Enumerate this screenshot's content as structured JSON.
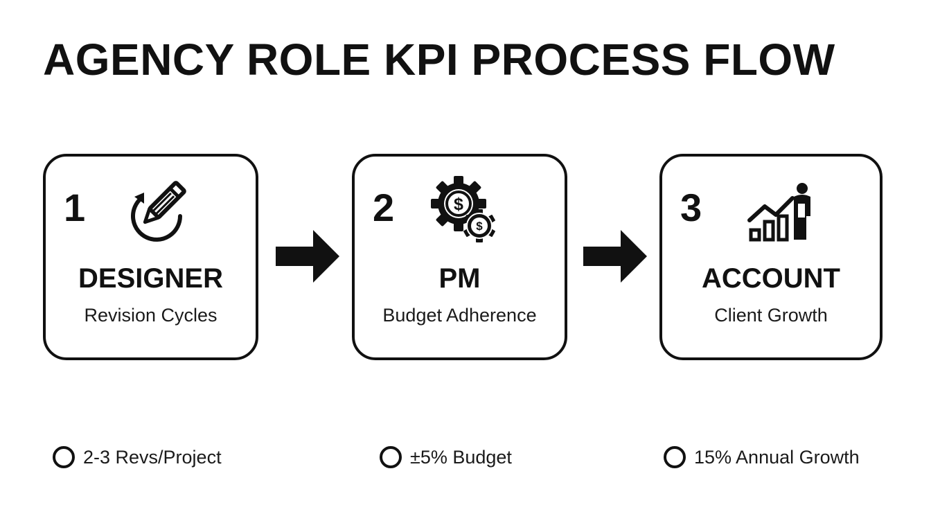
{
  "title": "AGENCY ROLE KPI PROCESS FLOW",
  "steps": [
    {
      "number": "1",
      "role": "DESIGNER",
      "kpi": "Revision Cycles",
      "icon": "pencil-revision-icon",
      "target": "2-3 Revs/Project"
    },
    {
      "number": "2",
      "role": "PM",
      "kpi": "Budget Adherence",
      "icon": "dollar-gears-icon",
      "target": "±5% Budget"
    },
    {
      "number": "3",
      "role": "ACCOUNT",
      "kpi": "Client Growth",
      "icon": "growth-chart-person-icon",
      "target": "15% Annual Growth"
    }
  ],
  "arrow_icon": "right-arrow-icon",
  "target_marker_icon": "circle-marker-icon",
  "colors": {
    "ink": "#111111",
    "background": "#ffffff"
  }
}
